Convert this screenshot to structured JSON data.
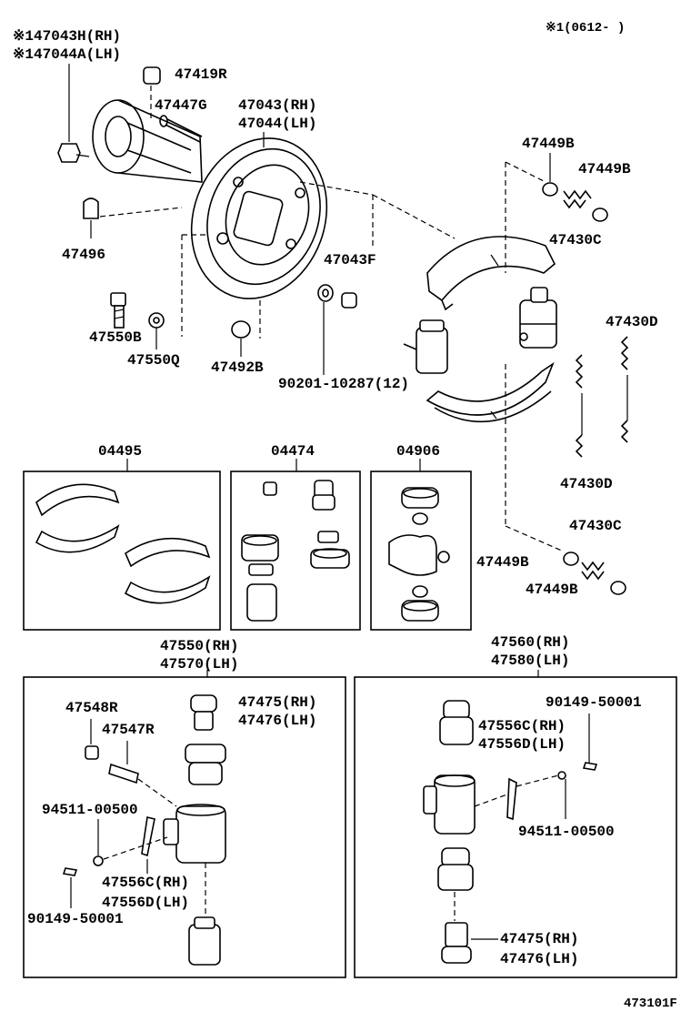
{
  "header_note": "※1(0612-      )",
  "footer_code": "473101F",
  "labels": {
    "plate_rh": "※147043H(RH)",
    "plate_lh": "※147044A(LH)",
    "p47419R": "47419R",
    "p47447G": "47447G",
    "backing_rh": "47043(RH)",
    "backing_lh": "47044(LH)",
    "p47449B_a": "47449B",
    "p47449B_b": "47449B",
    "p47430C_top": "47430C",
    "p47496": "47496",
    "p47043F": "47043F",
    "p47430D_right": "47430D",
    "p47550B": "47550B",
    "p47550Q": "47550Q",
    "p47492B": "47492B",
    "p90201": "90201-10287(12)",
    "kit_04495": "04495",
    "kit_04474": "04474",
    "kit_04906": "04906",
    "p47430D_mid": "47430D",
    "p47430C_low": "47430C",
    "p47449B_c": "47449B",
    "p47449B_d": "47449B",
    "cyl_left_rh": "47550(RH)",
    "cyl_left_lh": "47570(LH)",
    "cyl_right_rh": "47560(RH)",
    "cyl_right_lh": "47580(LH)",
    "p47548R": "47548R",
    "p47547R": "47547R",
    "p47475_l_rh": "47475(RH)",
    "p47476_l_lh": "47476(LH)",
    "p94511_l": "94511-00500",
    "p47556C_l": "47556C(RH)",
    "p47556D_l": "47556D(LH)",
    "p90149_l": "90149-50001",
    "p90149_r": "90149-50001",
    "p47556C_r": "47556C(RH)",
    "p47556D_r": "47556D(LH)",
    "p94511_r": "94511-00500",
    "p47475_r_rh": "47475(RH)",
    "p47476_r_lh": "47476(LH)"
  }
}
